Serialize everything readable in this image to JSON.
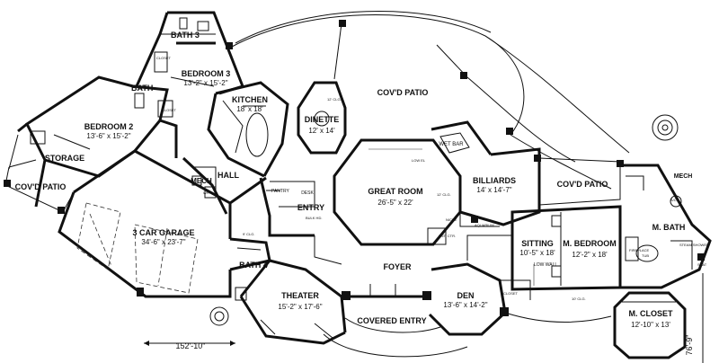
{
  "rooms": {
    "bath3": {
      "label": "BATH 3"
    },
    "bedroom3": {
      "label": "BEDROOM 3",
      "dims": "13'-2\" x 15'-2\""
    },
    "bath": {
      "label": "BATH"
    },
    "kitchen": {
      "label": "KITCHEN",
      "dims": "18' x 18'"
    },
    "dinette": {
      "label": "DINETTE",
      "dims": "12' x 14'"
    },
    "covd_patio_top": {
      "label": "COV'D PATIO"
    },
    "bedroom2": {
      "label": "BEDROOM 2",
      "dims": "13'-6\" x 15'-2\""
    },
    "storage": {
      "label": "STORAGE"
    },
    "covd_patio_left": {
      "label": "COV'D PATIO"
    },
    "hall": {
      "label": "HALL"
    },
    "mech_left": {
      "label": "MECH"
    },
    "pantry": {
      "label": "PANTRY"
    },
    "desk": {
      "label": "DESK"
    },
    "entry": {
      "label": "ENTRY"
    },
    "great_room": {
      "label": "GREAT ROOM",
      "dims": "26'-5\" x 22'"
    },
    "wet_bar": {
      "label": "WET BAR"
    },
    "billiards": {
      "label": "BILLIARDS",
      "dims": "14' x 14'-7\""
    },
    "covd_patio_right": {
      "label": "COV'D PATIO"
    },
    "mech_right": {
      "label": "MECH"
    },
    "m_bath": {
      "label": "M. BATH"
    },
    "garage": {
      "label": "3 CAR GARAGE",
      "dims": "34'-6\" x 23'-7\""
    },
    "bath4": {
      "label": "BATH 4"
    },
    "foyer": {
      "label": "FOYER"
    },
    "sitting": {
      "label": "SITTING",
      "dims": "10'-5\" x 18'"
    },
    "m_bedroom": {
      "label": "M. BEDROOM",
      "dims": "12'-2\" x 18'"
    },
    "theater": {
      "label": "THEATER",
      "dims": "15'-2\" x 17'-6\""
    },
    "den": {
      "label": "DEN",
      "dims": "13'-6\" x 14'-2\""
    },
    "covered_entry": {
      "label": "COVERED ENTRY"
    },
    "m_closet": {
      "label": "M. CLOSET",
      "dims": "12'-10\" x 13'"
    }
  },
  "notes": {
    "closet": "CLOSET",
    "clg": "9' CLG.",
    "clg10": "10' CLG.",
    "clg12": "12' CLG.",
    "low_wall": "LOW WALL",
    "fireplace": "FIREPLACE",
    "steam_shower": "STEAM SHOWER",
    "seat": "SEAT",
    "tub": "TUB",
    "wh": "WH",
    "ac": "A/C",
    "niche": "NICHE",
    "aquarium": "AQUARIUM",
    "ent_ctr": "ENT. CTR.",
    "bulk_hd": "BULK HD.",
    "low_el": "LOW EL"
  },
  "dimensions": {
    "width": "152'-10\"",
    "depth": "76'-9\""
  }
}
